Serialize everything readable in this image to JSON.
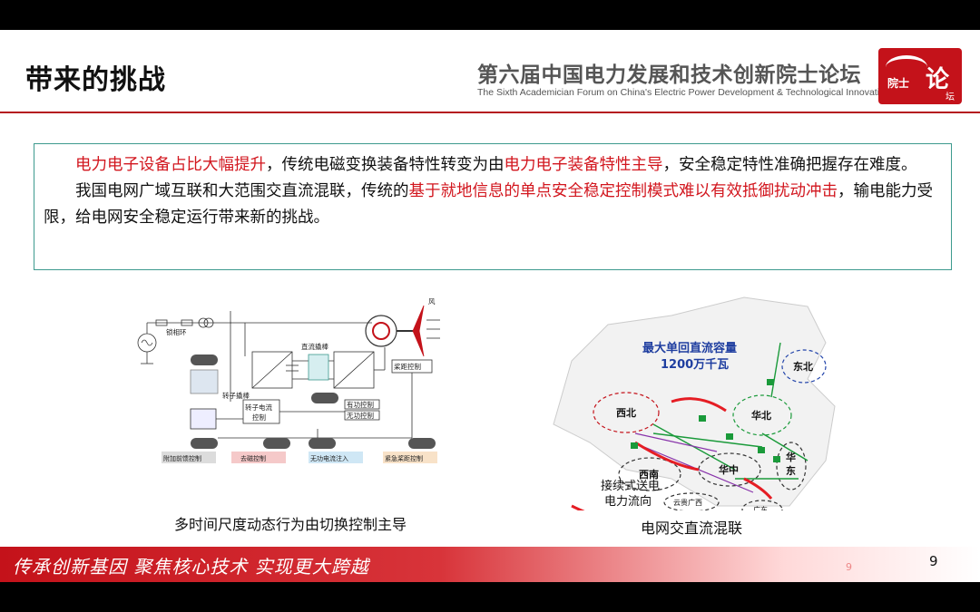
{
  "header": {
    "title": "带来的挑战",
    "forum_cn": "第六届中国电力发展和技术创新院士论坛",
    "forum_en": "The Sixth Academician Forum on China's Electric Power Development & Technological Innovation",
    "logo_text_small": "院士",
    "logo_text_big": "论",
    "logo_text_tail": "坛"
  },
  "body": {
    "p1_red1": "电力电子设备占比大幅提升",
    "p1_mid": "，传统电磁变换装备特性转变为由",
    "p1_red2": "电力电子装备特性主导",
    "p1_end": "，安全稳定特性准确把握存在难度。",
    "p2_start": "我国电网广域互联和大范围交直流混联，传统的",
    "p2_red": "基于就地信息的单点安全稳定控制模式难以有效抵御扰动冲击",
    "p2_end": "，输电能力受限，给电网安全稳定运行带来新的挑战。"
  },
  "left_figure": {
    "caption": "多时间尺度动态行为由切换控制主导",
    "labels": {
      "pll": "锁相环",
      "dc_crowbar": "直流撬棒",
      "rotor_crowbar": "转子撬棒",
      "pitch": "桨距控制",
      "wind": "风",
      "rotor_current": "转子电流",
      "control": "控制",
      "active": "有功控制",
      "reactive": "无功控制",
      "feedforward": "附加前馈控制",
      "demag": "去磁控制",
      "reactive_inject": "无功电流注入",
      "emergency_pitch": "紧急桨距控制"
    }
  },
  "right_figure": {
    "caption": "电网交直流混联",
    "capacity_line1": "最大单回直流容量",
    "capacity_line2": "1200万千瓦",
    "regions": [
      "西北",
      "华北",
      "东北",
      "西南",
      "华中",
      "华",
      "东",
      "云贵广西",
      "广东"
    ],
    "legend_line1": "接续式送电",
    "legend_line2": "电力流向"
  },
  "footer": {
    "slogan": "传承创新基因  聚焦核心技术  实现更大跨越",
    "faint_number": "9",
    "page_number": "9"
  },
  "colors": {
    "accent_red": "#d2161e",
    "box_border": "#3d9a8e",
    "footer_red": "#c4121a"
  }
}
